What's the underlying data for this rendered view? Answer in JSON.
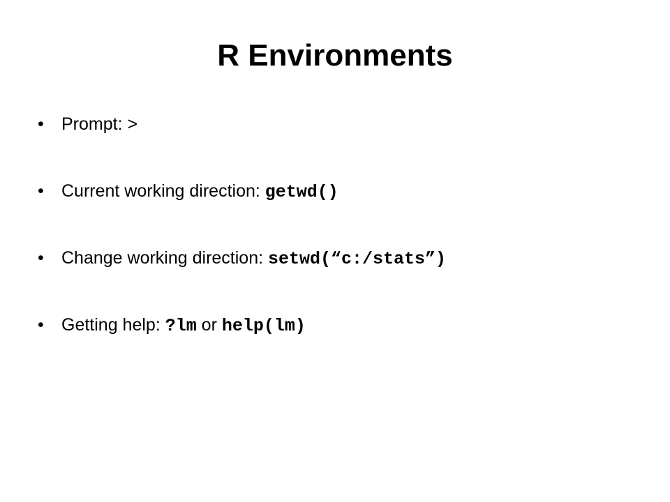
{
  "slide": {
    "title": "R Environments",
    "bullet_symbol": "•",
    "items": [
      {
        "text": "Prompt: >",
        "code": "",
        "joiner": "",
        "code2": ""
      },
      {
        "text": "Current working direction: ",
        "code": "getwd()",
        "joiner": "",
        "code2": ""
      },
      {
        "text": "Change working direction: ",
        "code": "setwd(“c:/stats”)",
        "joiner": "",
        "code2": ""
      },
      {
        "text": "Getting help: ",
        "code": "?lm",
        "joiner": " or ",
        "code2": "help(lm)"
      }
    ]
  }
}
